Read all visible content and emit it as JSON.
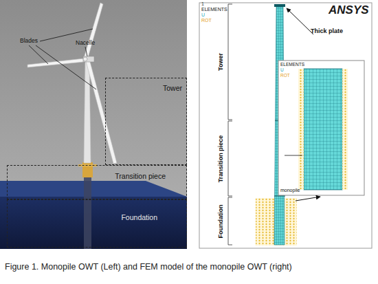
{
  "diagram": {
    "caption": "Figure 1. Monopile OWT (Left) and FEM model of the monopile OWT (right)",
    "nodes": [
      {
        "text": [
          "Tower"
        ]
      },
      {
        "text": [
          "Transition piece"
        ]
      },
      {
        "text": [
          "Foundation"
        ]
      },
      {
        "text": [
          "ELEMENTS",
          "U",
          "ROT",
          "monopile"
        ]
      }
    ],
    "labels": [
      "Blades",
      "Nacelle",
      "1",
      "ELEMENTS",
      "U",
      "ROT",
      "ANSYS",
      "Thick plate",
      "Tower",
      "Transition piece",
      "Foundation"
    ]
  }
}
